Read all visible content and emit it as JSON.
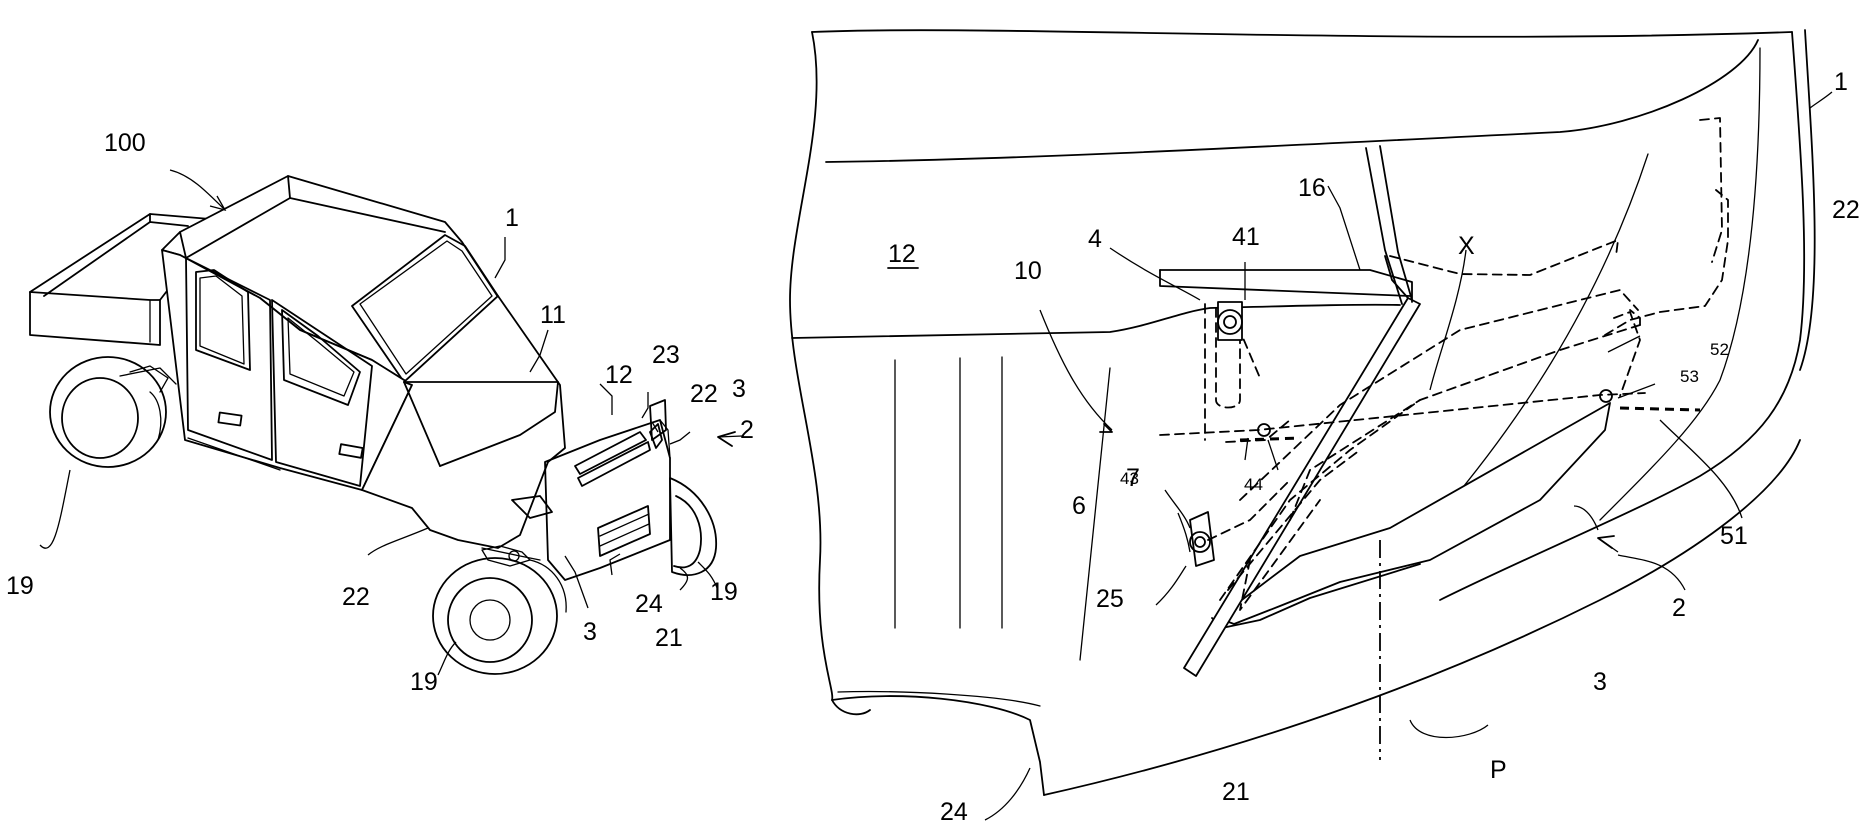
{
  "figure_left": {
    "labels": {
      "vehicle": "100",
      "roof": "1",
      "windshield": "11",
      "hood": "12",
      "hood_trim": "23",
      "fender_right": "22",
      "lamp_right": "3",
      "front_arrow": "2",
      "fender_left": "22",
      "lamp_left": "3",
      "grille": "24",
      "bumper": "21",
      "wheel_rear": "19",
      "wheel_front_left": "19",
      "wheel_front_right": "19"
    }
  },
  "figure_right": {
    "labels": {
      "body": "1",
      "fender": "22",
      "hood": "12",
      "bracket": "4",
      "link": "41",
      "bar": "16",
      "axis": "X",
      "assembly": "10",
      "pivot_43": "43",
      "pivot_44": "44",
      "bolt_7": "7",
      "mount_6": "6",
      "base_25": "25",
      "part_52": "52",
      "part_53": "53",
      "part_51": "51",
      "front_arrow": "2",
      "lamp": "3",
      "bumper": "21",
      "grille": "24",
      "plane": "P"
    }
  }
}
